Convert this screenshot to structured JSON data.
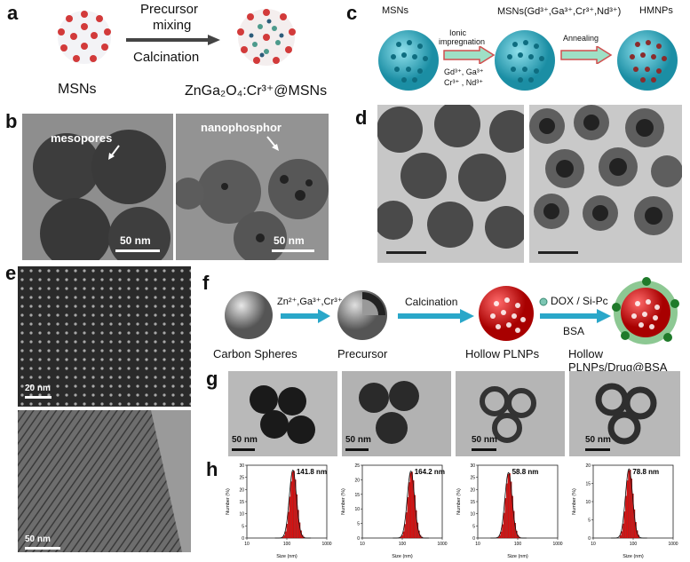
{
  "labels": {
    "a": "a",
    "b": "b",
    "c": "c",
    "d": "d",
    "e": "e",
    "f": "f",
    "g": "g",
    "h": "h"
  },
  "panel_a": {
    "step_top": "Precursor",
    "step_mid": "mixing",
    "step_bottom": "Calcination",
    "left": "MSNs",
    "right": "ZnGa₂O₄:Cr³⁺@MSNs"
  },
  "panel_b": {
    "left_label": "mesopores",
    "right_label": "nanophosphor",
    "scale_left": "50 nm",
    "scale_right": "50 nm"
  },
  "panel_c": {
    "s1": "MSNs",
    "s2": "MSNs(Gd³⁺,Ga³⁺,Cr³⁺,Nd³⁺)",
    "s3": "HMNPs",
    "arrow1_top1": "Ionic",
    "arrow1_top2": "impregnation",
    "arrow1_bottom1": "Gd³⁺, Ga³⁺",
    "arrow1_bottom2": "Cr³⁺ , Nd³⁺",
    "arrow2": "Annealing"
  },
  "panel_e": {
    "scale_top": "20 nm",
    "scale_bottom": "50 nm"
  },
  "panel_f": {
    "s1": "Carbon Spheres",
    "s2": "Precursor",
    "s3": "Hollow PLNPs",
    "s4": "Hollow PLNPs/Drug@BSA",
    "arrow1": "Zn²⁺,Ga³⁺,Cr³⁺",
    "arrow2": "Calcination",
    "arrow3_top": "DOX / Si-Pc",
    "arrow3_bottom": "BSA"
  },
  "panel_g": {
    "scales": [
      "50 nm",
      "50 nm",
      "50 nm",
      "50 nm"
    ]
  },
  "chart_data": [
    {
      "type": "bar",
      "peak_label": "141.8 nm",
      "xlabel": "Size (nm)",
      "ylabel": "Number (%)",
      "x_ticks": [
        "10",
        "100",
        "1000"
      ],
      "y_ticks": [
        "0",
        "5",
        "10",
        "15",
        "20",
        "25",
        "30"
      ],
      "ylim": [
        0,
        30
      ],
      "peak": 141.8,
      "peak_value": 28
    },
    {
      "type": "bar",
      "peak_label": "164.2 nm",
      "xlabel": "Size (nm)",
      "ylabel": "Number (%)",
      "x_ticks": [
        "10",
        "100",
        "1000"
      ],
      "y_ticks": [
        "0",
        "5",
        "10",
        "15",
        "20",
        "25"
      ],
      "ylim": [
        0,
        25
      ],
      "peak": 164.2,
      "peak_value": 23
    },
    {
      "type": "bar",
      "peak_label": "58.8 nm",
      "xlabel": "Size (nm)",
      "ylabel": "Number (%)",
      "x_ticks": [
        "10",
        "100",
        "1000"
      ],
      "y_ticks": [
        "0",
        "5",
        "10",
        "15",
        "20",
        "25",
        "30"
      ],
      "ylim": [
        0,
        30
      ],
      "peak": 58.8,
      "peak_value": 27
    },
    {
      "type": "bar",
      "peak_label": "78.8 nm",
      "xlabel": "Size (nm)",
      "ylabel": "Number (%)",
      "x_ticks": [
        "10",
        "100",
        "1000"
      ],
      "y_ticks": [
        "0",
        "5",
        "10",
        "15",
        "20"
      ],
      "ylim": [
        0,
        20
      ],
      "peak": 78.8,
      "peak_value": 19
    }
  ]
}
